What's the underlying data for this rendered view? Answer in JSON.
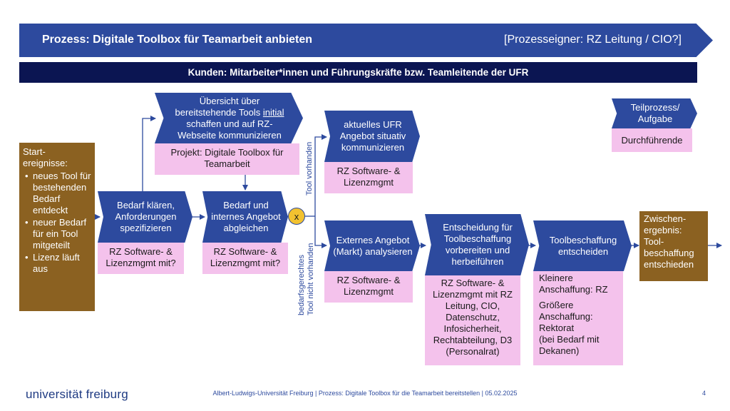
{
  "header": {
    "title": "Prozess: Digitale Toolbox für Teamarbeit anbieten",
    "owner": "[Prozesseigner: RZ Leitung / CIO?]",
    "kunden": "Kunden:  Mitarbeiter*innen und Führungskräfte bzw. Teamleitende der UFR"
  },
  "start_events": {
    "title_1": "Start-",
    "title_2": "ereignisse:",
    "items": [
      "neues Tool für bestehenden Bedarf entdeckt",
      "neuer Bedarf für ein Tool mitgeteilt",
      "Lizenz läuft aus"
    ]
  },
  "steps": {
    "uebersicht": {
      "line1": "Übersicht über",
      "line2a": "bereitstehende Tools ",
      "line2b": "initial",
      "line3": "schaffen und auf RZ-",
      "line4": "Webseite kommunizieren",
      "role": "Projekt: Digitale Toolbox für Teamarbeit"
    },
    "bedarf_klaeren": {
      "label": "Bedarf klären, Anforderungen spezifizieren",
      "role": "RZ Software- & Lizenzmgmt mit?"
    },
    "abgleichen": {
      "label": "Bedarf und internes Angebot abgleichen",
      "role": "RZ Software- & Lizenzmgmt mit?"
    },
    "kommunizieren": {
      "label": "aktuelles UFR Angebot situativ kommunizieren",
      "role": "RZ Software- & Lizenzmgmt"
    },
    "extern": {
      "label": "Externes Angebot (Markt) analysieren",
      "role": "RZ Software- & Lizenzmgmt"
    },
    "entscheidung": {
      "label": "Entscheidung für Toolbeschaffung vorbereiten und herbeiführen",
      "role": "RZ Software- & Lizenzmgmt mit RZ Leitung, CIO, Datenschutz, Infosicherheit, Rechtabteilung, D3 (Personalrat)"
    },
    "beschaffung": {
      "label": "Toolbeschaffung entscheiden",
      "role_1": "Kleinere Anschaffung: RZ",
      "role_2": "Größere Anschaffung: Rektorat",
      "role_3": "(bei Bedarf mit Dekanen)"
    }
  },
  "gateway": {
    "symbol": "x",
    "branch_yes": "Tool vorhanden",
    "branch_no_1": "bedarfsgerechtes",
    "branch_no_2": "Tool nicht vorhanden"
  },
  "legend": {
    "step": "Teilprozess/ Aufgabe",
    "role": "Durchführende"
  },
  "result": {
    "label": "Zwischen-ergebnis: Tool-beschaffung entschieden"
  },
  "footer": {
    "logo": "universität freiburg",
    "text": "Albert-Ludwigs-Universität Freiburg | Prozess: Digitale Toolbox für die Teamarbeit bereitstellen | 05.02.2025",
    "page": "4"
  },
  "colors": {
    "step": "#2d4a9e",
    "header_dark": "#0b1552",
    "role": "#f4c2ec",
    "event": "#8b6121",
    "gateway": "#f2c230"
  }
}
